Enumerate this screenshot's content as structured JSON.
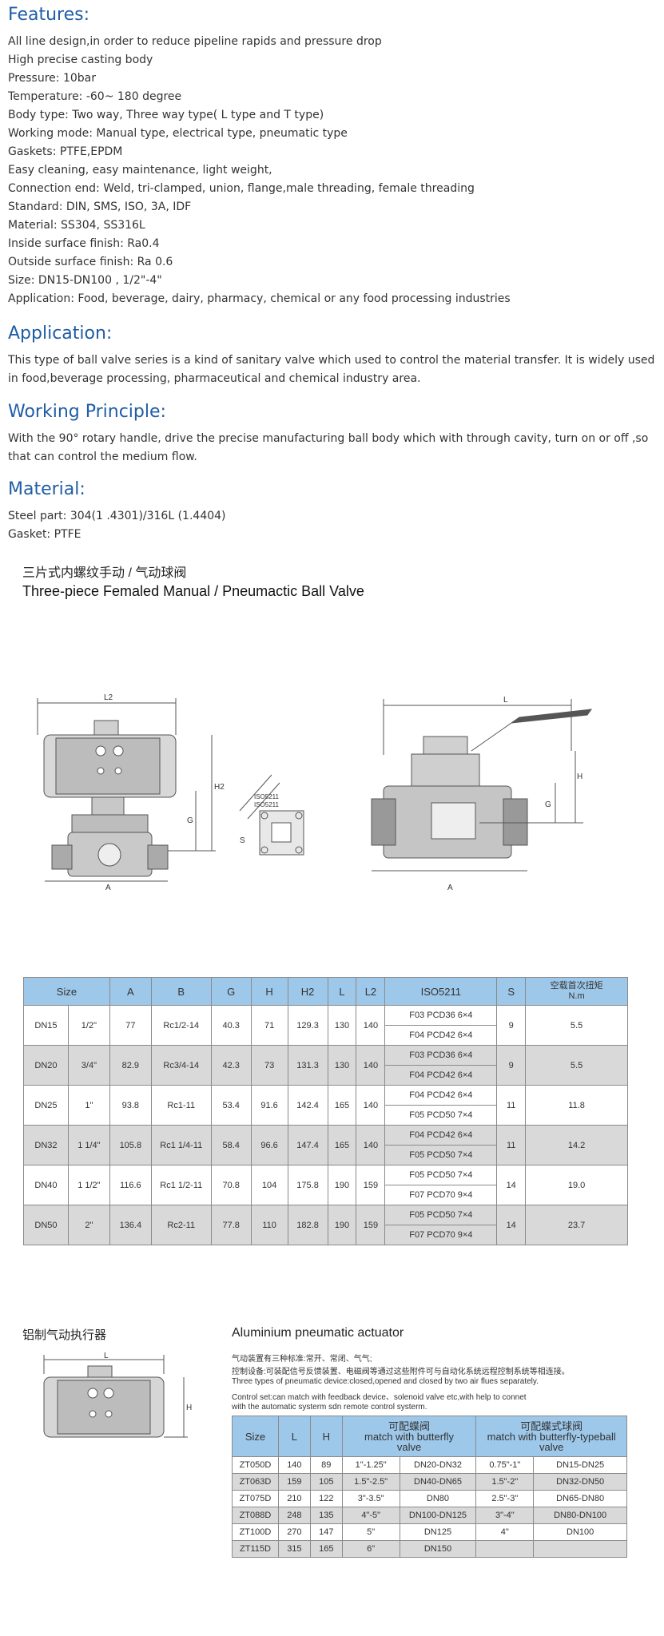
{
  "features": {
    "heading": "Features:",
    "lines": [
      "All line design,in order to reduce pipeline rapids and pressure drop",
      "High precise casting body",
      "Pressure: 10bar",
      "Temperature: -60~ 180 degree",
      "Body type: Two way, Three way type( L type and T type)",
      "Working mode: Manual type, electrical type, pneumatic type",
      "Gaskets: PTFE,EPDM",
      "Easy cleaning, easy maintenance, light weight,",
      "Connection end: Weld, tri-clamped, union, flange,male threading, female threading",
      "Standard: DIN, SMS, ISO, 3A, IDF",
      "Material: SS304, SS316L",
      "Inside surface finish: Ra0.4",
      "Outside surface finish: Ra 0.6",
      "Size: DN15-DN100 , 1/2\"-4\"",
      "Application: Food, beverage, dairy, pharmacy, chemical or any food processing industries"
    ]
  },
  "application": {
    "heading": "Application:",
    "text": "This type of ball valve series is a kind of sanitary valve which used to control the material transfer. It is widely used in food,beverage processing, pharmaceutical and chemical industry area."
  },
  "working_principle": {
    "heading": "Working Principle:",
    "text": "With the 90° rotary handle, drive the precise manufacturing ball body which with through cavity, turn on or off ,so that can control the medium flow."
  },
  "material": {
    "heading": "Material:",
    "lines": [
      "Steel part: 304(1 .4301)/316L (1.4404)",
      "Gasket: PTFE"
    ]
  },
  "product": {
    "title_cn": "三片式内螺纹手动 / 气动球阀",
    "title_en": "Three-piece Femaled Manual / Pneumactic Ball Valve"
  },
  "drawing_labels": {
    "l2": "L2",
    "h2": "H2",
    "g": "G",
    "a": "A",
    "l": "L",
    "h": "H",
    "iso1": "ISO5211",
    "iso2": "ISO5211",
    "s": "S"
  },
  "spec_table": {
    "headers": [
      "Size",
      "A",
      "B",
      "G",
      "H",
      "H2",
      "L",
      "L2",
      "ISO5211",
      "S",
      "空载首次扭矩\nN.m"
    ],
    "rows": [
      {
        "size": "DN15",
        "inch": "1/2\"",
        "a": "77",
        "b": "Rc1/2-14",
        "g": "40.3",
        "h": "71",
        "h2": "129.3",
        "l": "130",
        "l2": "140",
        "iso": [
          "F03  PCD36  6×4",
          "F04  PCD42  6×4"
        ],
        "s": "9",
        "torque": "5.5"
      },
      {
        "size": "DN20",
        "inch": "3/4\"",
        "a": "82.9",
        "b": "Rc3/4-14",
        "g": "42.3",
        "h": "73",
        "h2": "131.3",
        "l": "130",
        "l2": "140",
        "iso": [
          "F03  PCD36  6×4",
          "F04  PCD42  6×4"
        ],
        "s": "9",
        "torque": "5.5"
      },
      {
        "size": "DN25",
        "inch": "1\"",
        "a": "93.8",
        "b": "Rc1-11",
        "g": "53.4",
        "h": "91.6",
        "h2": "142.4",
        "l": "165",
        "l2": "140",
        "iso": [
          "F04  PCD42  6×4",
          "F05  PCD50  7×4"
        ],
        "s": "11",
        "torque": "11.8"
      },
      {
        "size": "DN32",
        "inch": "1 1/4\"",
        "a": "105.8",
        "b": "Rc1 1/4-11",
        "g": "58.4",
        "h": "96.6",
        "h2": "147.4",
        "l": "165",
        "l2": "140",
        "iso": [
          "F04  PCD42  6×4",
          "F05  PCD50  7×4"
        ],
        "s": "11",
        "torque": "14.2"
      },
      {
        "size": "DN40",
        "inch": "1 1/2\"",
        "a": "116.6",
        "b": "Rc1 1/2-11",
        "g": "70.8",
        "h": "104",
        "h2": "175.8",
        "l": "190",
        "l2": "159",
        "iso": [
          "F05  PCD50  7×4",
          "F07  PCD70  9×4"
        ],
        "s": "14",
        "torque": "19.0"
      },
      {
        "size": "DN50",
        "inch": "2\"",
        "a": "136.4",
        "b": "Rc2-11",
        "g": "77.8",
        "h": "110",
        "h2": "182.8",
        "l": "190",
        "l2": "159",
        "iso": [
          "F05  PCD50  7×4",
          "F07  PCD70  9×4"
        ],
        "s": "14",
        "torque": "23.7"
      }
    ]
  },
  "actuator": {
    "title_cn": "铝制气动执行器",
    "title_en": "Aluminium pneumatic actuator",
    "notes": [
      "气动装置有三种标准:常开、常闭、气气;",
      "控制设备:可装配信号反馈装置、电磁阀等通过这些附件可与自动化系统远程控制系统等相连接。",
      "Three types of pneumatic device:closed,opened and closed by two air flues separately.",
      "Control set:can match with feedback device、solenoid valve etc,with help to connet",
      "with the automatic systerm sdn remote control systerm."
    ],
    "drawing_labels": {
      "l": "L",
      "h": "H"
    },
    "table_headers": [
      "Size",
      "L",
      "H",
      "可配蝶阀\nmatch with butterfly\nvalve",
      "可配蝶式球阀\nmatch with butterfly-typeball\nvalve"
    ],
    "rows": [
      [
        "ZT050D",
        "140",
        "89",
        "1\"-1.25\"",
        "DN20-DN32",
        "0.75\"-1\"",
        "DN15-DN25"
      ],
      [
        "ZT063D",
        "159",
        "105",
        "1.5\"-2.5\"",
        "DN40-DN65",
        "1.5\"-2\"",
        "DN32-DN50"
      ],
      [
        "ZT075D",
        "210",
        "122",
        "3\"-3.5\"",
        "DN80",
        "2.5\"-3\"",
        "DN65-DN80"
      ],
      [
        "ZT088D",
        "248",
        "135",
        "4\"-5\"",
        "DN100-DN125",
        "3\"-4\"",
        "DN80-DN100"
      ],
      [
        "ZT100D",
        "270",
        "147",
        "5\"",
        "DN125",
        "4\"",
        "DN100"
      ],
      [
        "ZT115D",
        "315",
        "165",
        "6\"",
        "DN150",
        "",
        ""
      ]
    ]
  }
}
